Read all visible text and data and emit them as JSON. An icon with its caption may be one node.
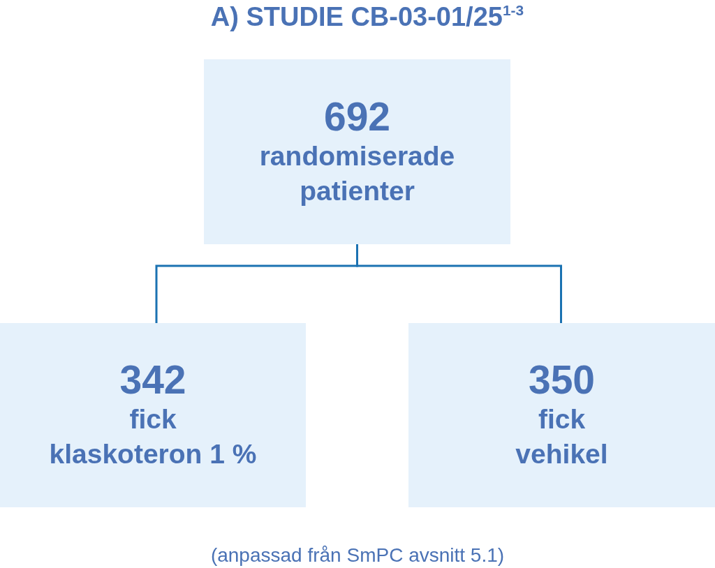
{
  "diagram": {
    "title": "A) STUDIE CB-03-01/25$^{1-3}$",
    "nodes": [
      {
        "text": [
          "692",
          "randomiserade patienter"
        ]
      },
      {
        "text": [
          "342",
          "fick",
          "klaskoteron 1 %"
        ]
      },
      {
        "text": [
          "350",
          "fick",
          "vehikel"
        ]
      }
    ],
    "edges": [
      {
        "from": 0,
        "to": 1,
        "arrow": "none"
      },
      {
        "from": 0,
        "to": 2,
        "arrow": "none"
      }
    ],
    "caption": "(anpassad från SmPC avsnitt 5.1)"
  }
}
